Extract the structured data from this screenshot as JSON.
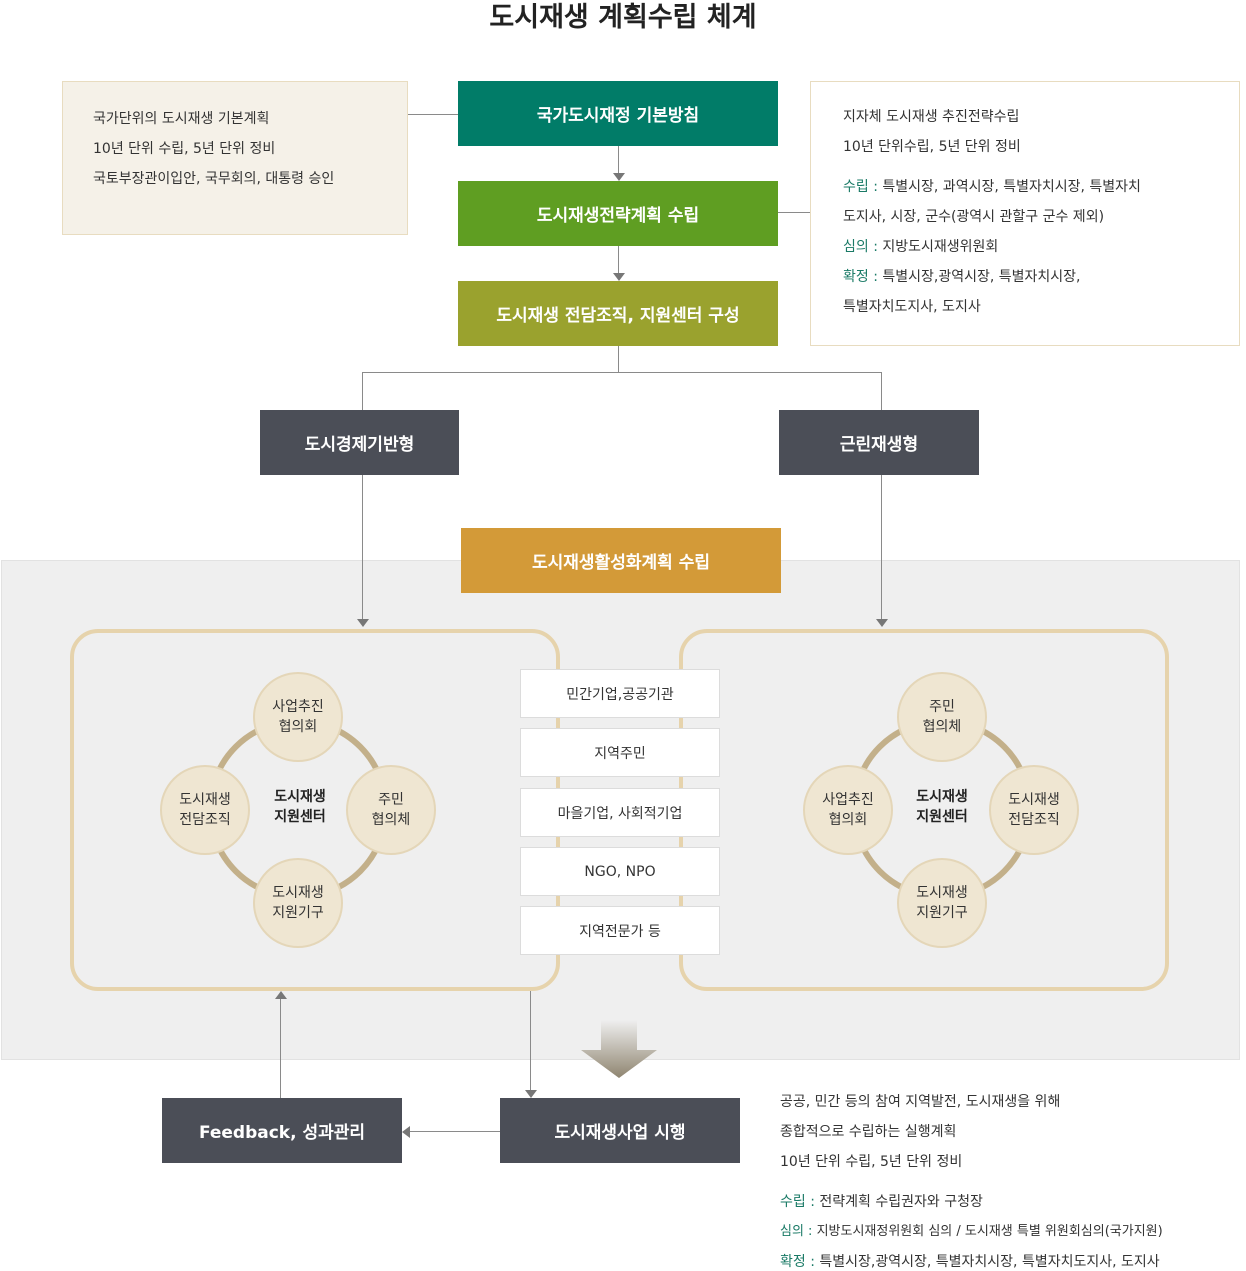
{
  "title": "도시재생 계획수립 체계",
  "colors": {
    "national": "#017c68",
    "strategy": "#5f9e22",
    "organization": "#9aa22e",
    "type_box": "#4b4e57",
    "activation": "#d39a38",
    "execution": "#4b4e57",
    "highlight_text": "#1a7a66",
    "panel_border": "#e6d3ac",
    "circle_fill": "#efe6d2"
  },
  "national_note": {
    "lines": [
      "국가단위의 도시재생 기본계획",
      "10년 단위 수립, 5년 단위 정비",
      "국토부장관이입안, 국무회의, 대통령 승인"
    ]
  },
  "flow": {
    "national_policy": "국가도시재정 기본방침",
    "strategy_plan": "도시재생전략계획 수립",
    "organization": "도시재생 전담조직, 지원센터 구성",
    "type_economic": "도시경제기반형",
    "type_neighborhood": "근린재생형",
    "activation_plan": "도시재생활성화계획 수립",
    "execution": "도시재생사업 시행",
    "feedback": "Feedback, 성과관리"
  },
  "local_note": {
    "line1": "지자체 도시재생 추진전략수립",
    "line2": "10년 단위수립, 5년 단위 정비",
    "establish_label": "수립 :",
    "establish_text1": " 특별시장, 과역시장, 특별자치시장, 특별자치",
    "establish_text2": "도지사, 시장, 군수(광역시 관할구 군수 제외)",
    "review_label": "심의 :",
    "review_text": " 지방도시재생위원회",
    "confirm_label": "확정 :",
    "confirm_text1": " 특별시장,광역시장, 특별자치시장,",
    "confirm_text2": "특별자치도지사, 도지사"
  },
  "left_cluster": {
    "center_line1": "도시재생",
    "center_line2": "지원센터",
    "top_line1": "사업추진",
    "top_line2": "협의회",
    "left_line1": "도시재생",
    "left_line2": "전담조직",
    "right_line1": "주민",
    "right_line2": "협의체",
    "bottom_line1": "도시재생",
    "bottom_line2": "지원기구"
  },
  "right_cluster": {
    "center_line1": "도시재생",
    "center_line2": "지원센터",
    "top_line1": "주민",
    "top_line2": "협의체",
    "left_line1": "사업추진",
    "left_line2": "협의회",
    "right_line1": "도시재생",
    "right_line2": "전담조직",
    "bottom_line1": "도시재생",
    "bottom_line2": "지원기구"
  },
  "participants": [
    "민간기업,공공기관",
    "지역주민",
    "마을기업, 사회적기업",
    "NGO, NPO",
    "지역전문가 등"
  ],
  "execution_note": {
    "line1": "공공, 민간 등의 참여 지역발전, 도시재생을 위해",
    "line2": "종합적으로 수립하는 실행계획",
    "line3": "10년 단위 수립, 5년 단위 정비",
    "establish_label": "수립 :",
    "establish_text": " 전략계획 수립권자와 구청장",
    "review_label": "심의 :",
    "review_text": " 지방도시재정위원회 심의 / 도시재생 특별 위원회심의(국가지원)",
    "confirm_label": "확정 :",
    "confirm_text": " 특별시장,광역시장, 특별자치시장, 특별자치도지사, 도지사"
  }
}
